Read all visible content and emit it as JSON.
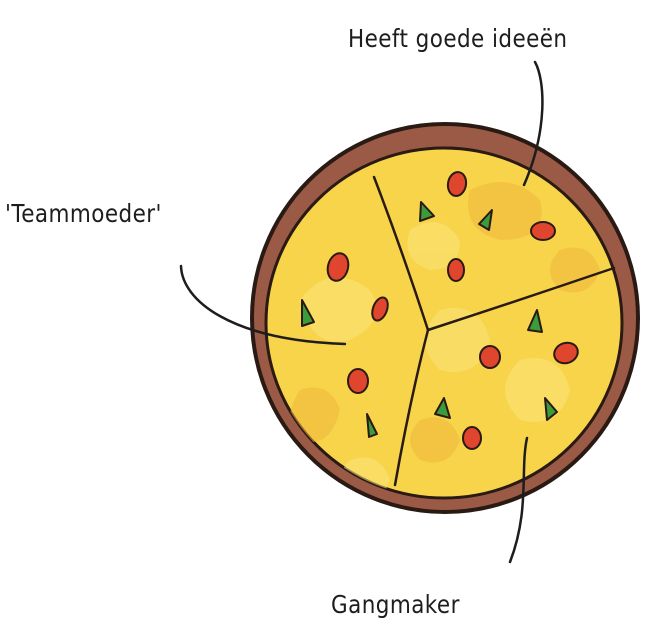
{
  "labels": {
    "top": "Heeft goede ideeën",
    "left": "'Teammoeder'",
    "bottom": "Gangmaker"
  },
  "colors": {
    "crust": "#9b5a45",
    "crust_edge": "#2a1a14",
    "cheese": "#f7d44a",
    "cheese_light": "#fbe37a",
    "cheese_dark": "#f0b73c",
    "pepperoni": "#e0452e",
    "basil": "#3c9b3a",
    "ink": "#1d1d1d"
  },
  "icons": {
    "pizza": "pizza-icon"
  }
}
